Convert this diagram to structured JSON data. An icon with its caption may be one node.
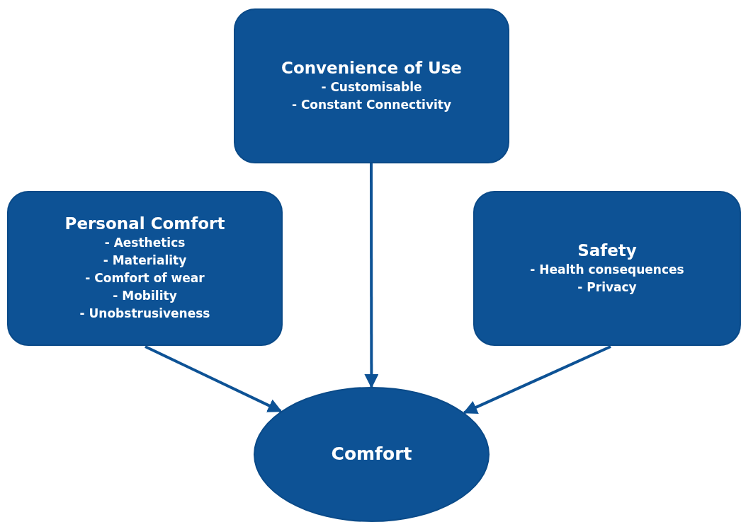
{
  "diagram": {
    "nodes": [
      {
        "text": [
          "Convenience of Use",
          "- Customisable",
          "- Constant Connectivity"
        ]
      },
      {
        "text": [
          "Personal Comfort",
          "- Aesthetics",
          "- Materiality",
          "- Comfort of wear",
          "- Mobility",
          "- Unobstrusiveness"
        ]
      },
      {
        "text": [
          "Safety",
          "- Health consequences",
          "- Privacy"
        ]
      },
      {
        "text": [
          "Comfort"
        ]
      }
    ],
    "edges": [
      {
        "from": 0,
        "to": 3,
        "arrow": "to"
      },
      {
        "from": 1,
        "to": 3,
        "arrow": "to"
      },
      {
        "from": 2,
        "to": 3,
        "arrow": "to"
      }
    ]
  }
}
